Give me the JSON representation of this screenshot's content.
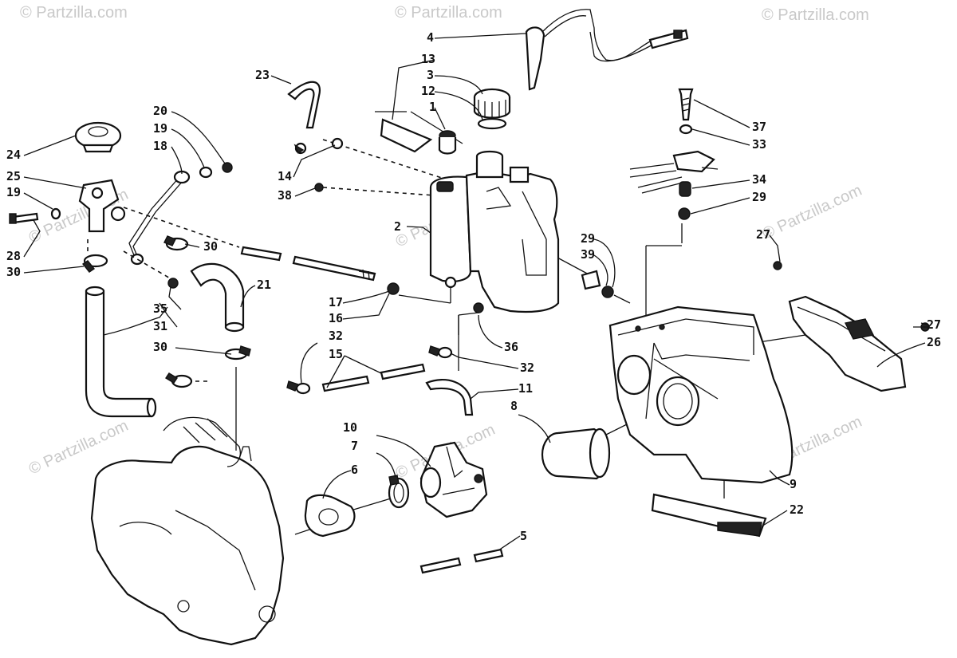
{
  "watermark": "© Partzilla.com",
  "labels": {
    "l1": "1",
    "l2": "2",
    "l3": "3",
    "l4": "4",
    "l5": "5",
    "l6": "6",
    "l7": "7",
    "l8": "8",
    "l9": "9",
    "l10": "10",
    "l11": "11",
    "l12": "12",
    "l13": "13",
    "l14": "14",
    "l15": "15",
    "l16": "16",
    "l17": "17",
    "l18": "18",
    "l19a": "19",
    "l19b": "19",
    "l20": "20",
    "l21": "21",
    "l22": "22",
    "l23": "23",
    "l24": "24",
    "l25": "25",
    "l26": "26",
    "l27a": "27",
    "l27b": "27",
    "l28": "28",
    "l29a": "29",
    "l29b": "29",
    "l30a": "30",
    "l30b": "30",
    "l30c": "30",
    "l31": "31",
    "l32a": "32",
    "l32b": "32",
    "l33": "33",
    "l34": "34",
    "l35": "35",
    "l36": "36",
    "l37": "37",
    "l38": "38",
    "l39": "39"
  }
}
